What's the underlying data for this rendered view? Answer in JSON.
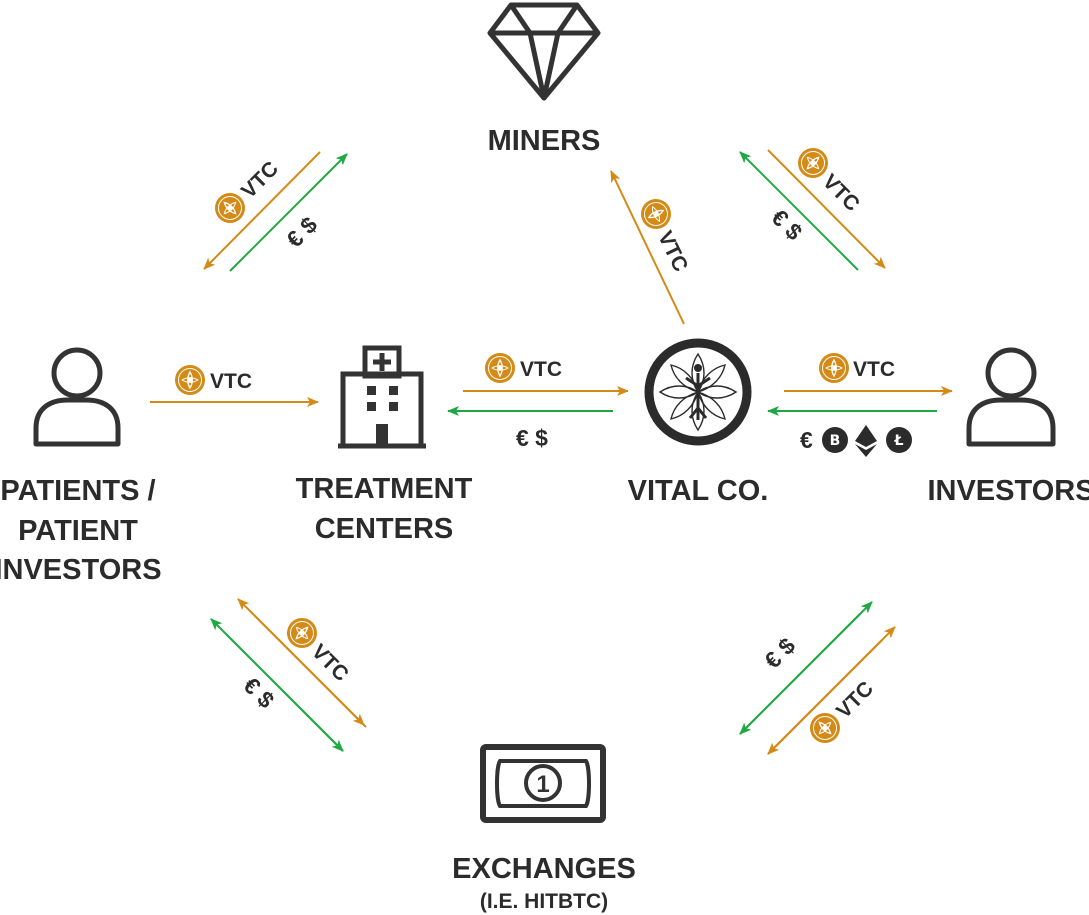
{
  "colors": {
    "vtc_flow": "#d48a17",
    "fiat_flow": "#20a845",
    "icon": "#333333",
    "text": "#2b2b2b",
    "coin": "#d48a17"
  },
  "nodes": {
    "miners": {
      "label": "MINERS",
      "icon": "diamond-icon"
    },
    "patients": {
      "line1": "PATIENTS /",
      "line2": "PATIENT",
      "line3": "INVESTORS",
      "icon": "person-icon"
    },
    "treatment": {
      "line1": "TREATMENT",
      "line2": "CENTERS",
      "icon": "hospital-icon"
    },
    "vital": {
      "label": "VITAL CO.",
      "icon": "vital-co-logo"
    },
    "investors": {
      "label": "INVESTORS",
      "icon": "person-icon"
    },
    "exchanges": {
      "label": "EXCHANGES",
      "sublabel": "(I.E. HITBTC)",
      "icon": "banknote-icon",
      "banknote_value": "1"
    }
  },
  "flows": {
    "vtc": "VTC",
    "fiat": "€ $",
    "fiat_euro": "€",
    "crypto": [
      "bitcoin-icon",
      "ethereum-icon",
      "litecoin-icon"
    ],
    "bitcoin_glyph": "B",
    "litecoin_glyph": "Ł"
  }
}
